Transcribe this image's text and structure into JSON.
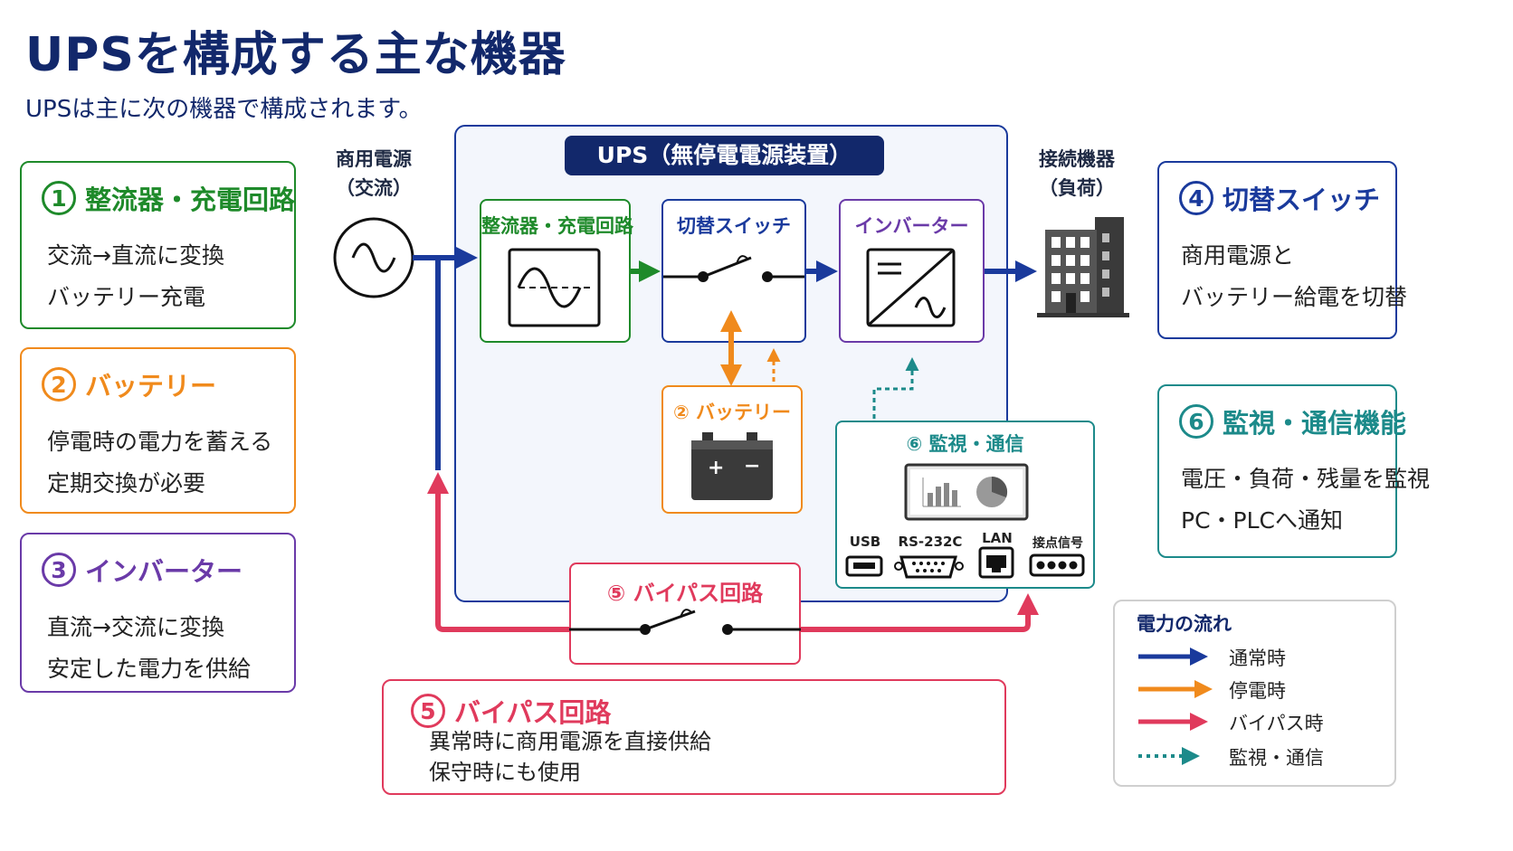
{
  "title": "UPSを構成する主な機器",
  "subtitle": "UPSは主に次の機器で構成されます。",
  "colors": {
    "navy": "#12286b",
    "blue": "#1a3a9c",
    "green": "#1e8a2a",
    "orange": "#f08a1c",
    "purple": "#6a3aa8",
    "teal": "#1c8a8a",
    "red": "#e03a5c"
  },
  "cards": {
    "c1": {
      "num": "1",
      "title": "整流器・充電回路",
      "lines": [
        "交流→直流に変換",
        "バッテリー充電"
      ]
    },
    "c2": {
      "num": "2",
      "title": "バッテリー",
      "lines": [
        "停電時の電力を蓄える",
        "定期交換が必要"
      ]
    },
    "c3": {
      "num": "3",
      "title": "インバーター",
      "lines": [
        "直流→交流に変換",
        "安定した電力を供給"
      ]
    },
    "c4": {
      "num": "4",
      "title": "切替スイッチ",
      "lines": [
        "商用電源と",
        "バッテリー給電を切替"
      ]
    },
    "c6": {
      "num": "6",
      "title": "監視・通信機能",
      "lines": [
        "電圧・負荷・残量を監視",
        "PC・PLCへ通知"
      ]
    },
    "c5": {
      "num": "5",
      "title": "バイパス回路",
      "lines": [
        "異常時に商用電源を直接供給",
        "保守時にも使用"
      ]
    }
  },
  "diagram": {
    "source_label": [
      "商用電源",
      "（交流）"
    ],
    "load_label": [
      "接続機器",
      "（負荷）"
    ],
    "ups_title": "UPS（無停電電源装置）",
    "rectifier": "整流器・充電回路",
    "switch": "切替スイッチ",
    "inverter": "インバーター",
    "battery": "② バッテリー",
    "monitor": "⑥ 監視・通信",
    "bypass": "⑤ バイパス回路",
    "ports": [
      "USB",
      "RS-232C",
      "LAN",
      "接点信号"
    ]
  },
  "legend": {
    "title": "電力の流れ",
    "items": [
      "通常時",
      "停電時",
      "バイパス時",
      "監視・通信"
    ]
  }
}
